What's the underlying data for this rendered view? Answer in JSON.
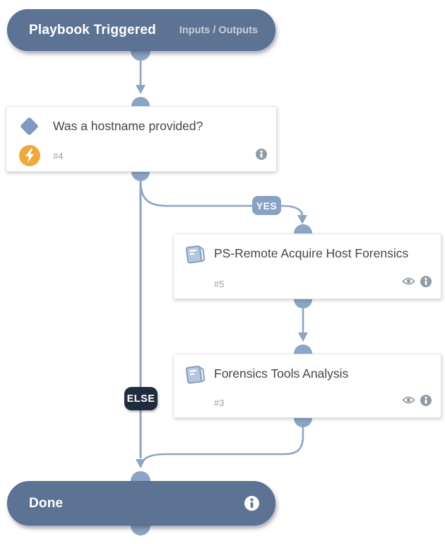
{
  "diagram": {
    "kind": "playbook-workflow",
    "background": "#ffffff",
    "colors": {
      "terminal_node_bg": "#5c7394",
      "connector": "#8ba5c4",
      "card_bg": "#ffffff",
      "card_border": "#e2e2e2",
      "title_text": "#3f474e",
      "muted_text": "#9aa1a8",
      "icon_blue": "#7e9abe",
      "automation_orange": "#eda93c",
      "yes_badge_bg": "#87a2c2",
      "else_badge_bg": "#202c3e",
      "gray_icon": "#909ba4"
    }
  },
  "nodes": {
    "trigger": {
      "title": "Playbook Triggered",
      "link": "Inputs / Outputs"
    },
    "condition": {
      "title": "Was a hostname provided?",
      "task_id": "#4",
      "icons": [
        "diamond-icon",
        "lightning-icon",
        "info-icon"
      ]
    },
    "task_ps_remote": {
      "title": "PS-Remote Acquire Host Forensics",
      "task_id": "#5",
      "icons": [
        "book-icon",
        "eye-icon",
        "info-icon"
      ]
    },
    "task_forensics": {
      "title": "Forensics Tools Analysis",
      "task_id": "#3",
      "icons": [
        "book-icon",
        "eye-icon",
        "info-icon"
      ]
    },
    "done": {
      "title": "Done",
      "icons": [
        "info-icon"
      ]
    }
  },
  "edges": {
    "yes_label": "YES",
    "else_label": "ELSE"
  }
}
